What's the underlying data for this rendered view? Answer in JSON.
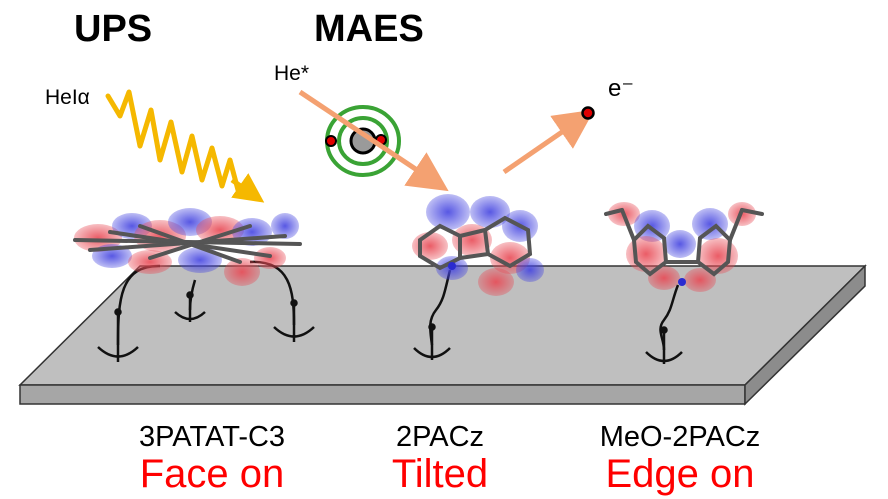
{
  "techniques": {
    "ups": "UPS",
    "maes": "MAES"
  },
  "probes": {
    "he_alpha": "HeIα",
    "he_star": "He*",
    "electron": "e⁻"
  },
  "molecules": [
    {
      "name": "3PATAT-C3",
      "orientation": "Face on"
    },
    {
      "name": "2PACz",
      "orientation": "Tilted"
    },
    {
      "name": "MeO-2PACz",
      "orientation": "Edge on"
    }
  ],
  "colors": {
    "substrate_top": "#bfbfbf",
    "substrate_side": "#a6a6a6",
    "photon_wave": "#f5b800",
    "arrow": "#f4a171",
    "orbit": "#3aa335",
    "orientation_text": "#ff0000",
    "orbital_pos": "#e0404a",
    "orbital_neg": "#4a4ae0"
  }
}
